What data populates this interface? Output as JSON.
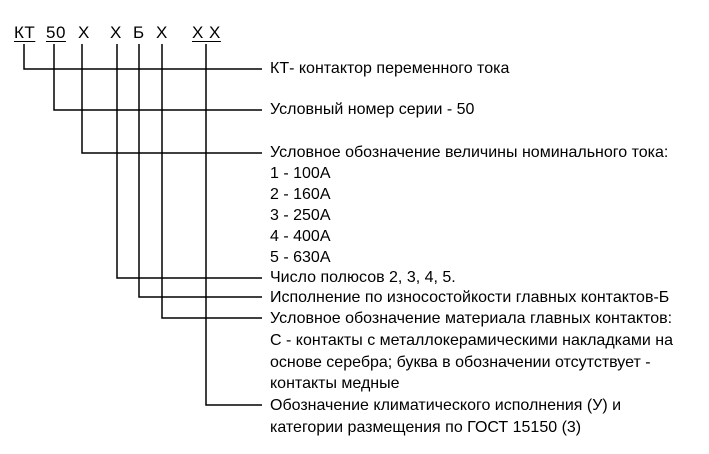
{
  "code_parts": [
    {
      "id": "kt",
      "text": "КТ",
      "underlined": true
    },
    {
      "id": "series",
      "text": "50",
      "underlined": true
    },
    {
      "id": "current",
      "text": "Х",
      "underlined": false
    },
    {
      "id": "poles",
      "text": "Х",
      "underlined": false
    },
    {
      "id": "wear",
      "text": "Б",
      "underlined": false
    },
    {
      "id": "material",
      "text": "Х",
      "underlined": false
    },
    {
      "id": "climate",
      "text": "Х Х",
      "underlined": true
    }
  ],
  "descriptions": {
    "kt": [
      "КТ- контактор переменного тока"
    ],
    "series": [
      "Условный номер серии - 50"
    ],
    "current": [
      "Условное обозначение величины номинального тока:",
      "1 - 100А",
      "2 - 160А",
      "3 - 250А",
      "4 - 400А",
      "5 - 630А"
    ],
    "poles": [
      "Число полюсов 2, 3, 4, 5."
    ],
    "wear": [
      "Исполнение по износостойкости главных контактов-Б"
    ],
    "material": [
      "Условное обозначение материала главных контактов:",
      "С - контакты с металлокерамическими накладками на",
      "основе серебра; буква в обозначении отсутствует -",
      "контакты медные"
    ],
    "climate": [
      "Обозначение климатического исполнения (У) и",
      "категории размещения по ГОСТ 15150 (3)"
    ]
  },
  "colors": {
    "line": "#000000",
    "text": "#000000",
    "background": "#ffffff"
  }
}
